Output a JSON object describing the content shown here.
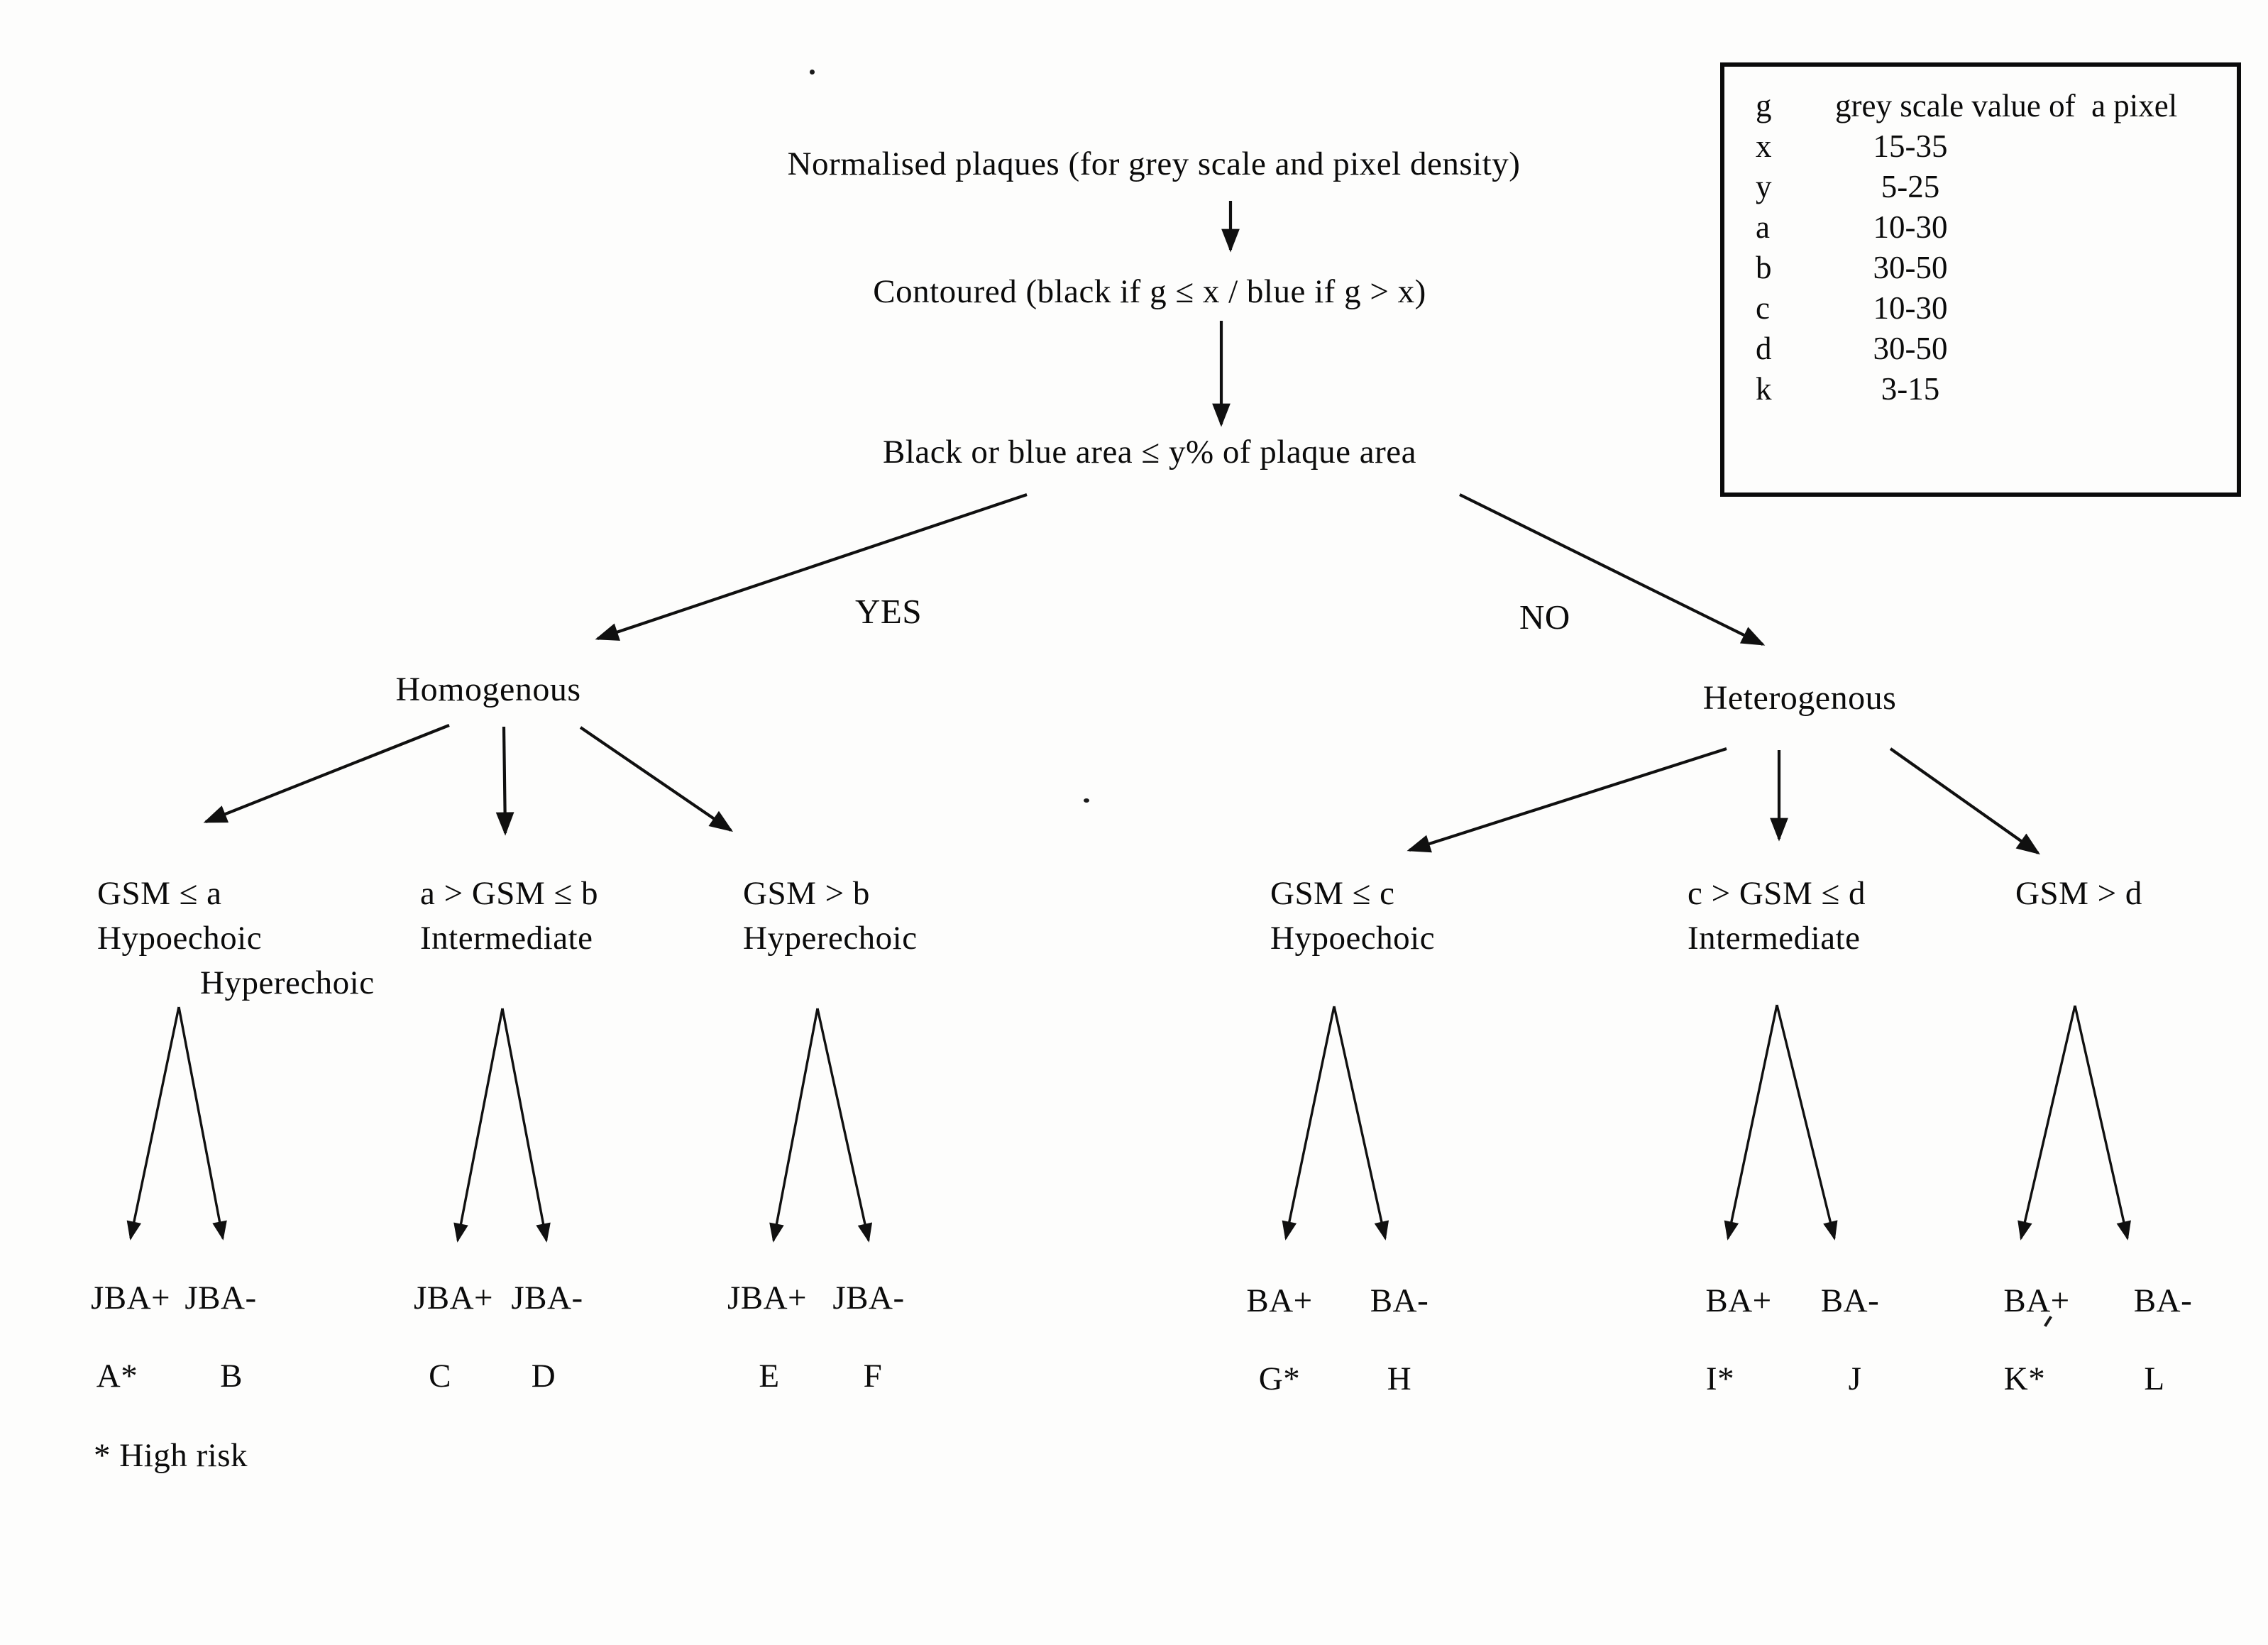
{
  "flow": {
    "title": "Normalised plaques (for grey scale and pixel density)",
    "contoured": "Contoured (black if g ≤ x / blue if g > x)",
    "decision": "Black or blue area ≤ y% of plaque area",
    "yes_label": "YES",
    "no_label": "NO",
    "homogenous": "Homogenous",
    "heterogenous": "Heterogenous",
    "footnote": "* High risk"
  },
  "legend": {
    "rows": [
      {
        "symbol": "g",
        "value": "grey scale value of  a pixel"
      },
      {
        "symbol": "x",
        "value": "15-35"
      },
      {
        "symbol": "y",
        "value": "5-25"
      },
      {
        "symbol": "a",
        "value": "10-30"
      },
      {
        "symbol": "b",
        "value": "30-50"
      },
      {
        "symbol": "c",
        "value": "10-30"
      },
      {
        "symbol": "d",
        "value": "30-50"
      },
      {
        "symbol": "k",
        "value": "3-15"
      }
    ]
  },
  "categories": [
    {
      "condition": "GSM ≤ a",
      "echo": "Hypoechoic",
      "extra": "Hyperechoic"
    },
    {
      "condition": "a > GSM ≤ b",
      "echo": "Intermediate"
    },
    {
      "condition": "GSM > b",
      "echo": "Hyperechoic"
    },
    {
      "condition": "GSM ≤ c",
      "echo": "Hypoechoic"
    },
    {
      "condition": "c > GSM ≤ d",
      "echo": "Intermediate"
    },
    {
      "condition": "GSM > d",
      "echo": ""
    }
  ],
  "outcomes": [
    {
      "label": "JBA+",
      "letter": "A*"
    },
    {
      "label": "JBA-",
      "letter": "B"
    },
    {
      "label": "JBA+",
      "letter": "C"
    },
    {
      "label": "JBA-",
      "letter": "D"
    },
    {
      "label": "JBA+",
      "letter": "E"
    },
    {
      "label": "JBA-",
      "letter": "F"
    },
    {
      "label": "BA+",
      "letter": "G*"
    },
    {
      "label": "BA-",
      "letter": "H"
    },
    {
      "label": "BA+",
      "letter": "I*"
    },
    {
      "label": "BA-",
      "letter": "J"
    },
    {
      "label": "BA+",
      "letter": "K*"
    },
    {
      "label": "BA-",
      "letter": "L"
    }
  ]
}
